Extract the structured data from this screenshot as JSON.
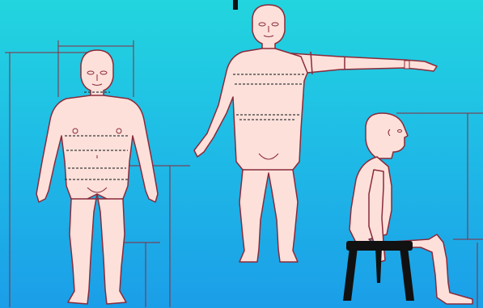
{
  "figure": {
    "colors": {
      "background_top": "#22d5de",
      "background_bottom": "#1b9ee8",
      "skin": "#fde0da",
      "outline": "#8a2a3a",
      "dashed_line": "#3a3a3a",
      "stool": "#111111"
    },
    "figures": [
      {
        "name": "standing-front-figure"
      },
      {
        "name": "arm-extended-figure"
      },
      {
        "name": "seated-side-figure"
      }
    ]
  }
}
